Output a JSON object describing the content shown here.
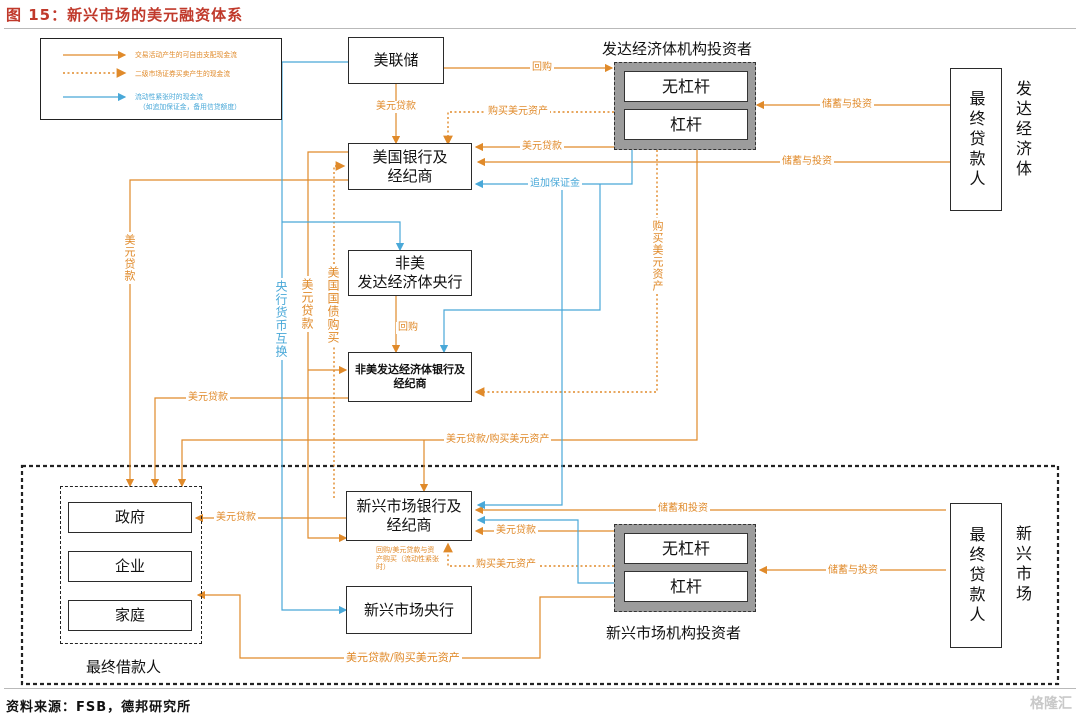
{
  "header": {
    "title": "图 15：新兴市场的美元融资体系"
  },
  "footer": {
    "source": "资料来源：FSB，德邦研究所",
    "watermark": "格隆汇"
  },
  "legend": {
    "items": [
      {
        "text": "交易活动产生的可自由支配现金流",
        "style": "solid",
        "color": "#e08a2a"
      },
      {
        "text": "二级市场证券买卖产生的现金流",
        "style": "dotted",
        "color": "#e08a2a"
      },
      {
        "text": "流动性紧张时的现金流",
        "sub": "（如追加保证金，备用信贷额度）",
        "style": "solid",
        "color": "#49a8d8"
      }
    ]
  },
  "nodes": {
    "fed": "美联储",
    "us_bank": "美国银行及\n经纪商",
    "non_us_cb": "非美\n发达经济体央行",
    "non_us_bank": "非美发达经济体银行及\n经纪商",
    "em_bank": "新兴市场银行及\n经纪商",
    "em_cb": "新兴市场央行",
    "gov": "政府",
    "enterprise": "企业",
    "household": "家庭",
    "dev_unlevered": "无杠杆",
    "dev_levered": "杠杆",
    "em_unlevered": "无杠杆",
    "em_levered": "杠杆",
    "dev_final_lender": "最终贷款人",
    "em_final_lender": "最终贷款人"
  },
  "group_labels": {
    "dev_investors": "发达经济体机构投资者",
    "em_investors": "新兴市场机构投资者",
    "final_borrowers": "最终借款人",
    "dev_economy": "发达经济体",
    "em_market": "新兴市场"
  },
  "flow_labels": {
    "repo_top": "回购",
    "usd_loan_fed": "美元贷款",
    "buy_usd_assets_top": "购买美元资产",
    "usd_loan_us_bank": "美元贷款",
    "savings_invest_1": "储蓄与投资",
    "savings_invest_2": "储蓄与投资",
    "margin_call": "追加保证金",
    "usd_loan_left": "美元贷款",
    "buy_usd_assets_right": "购买美元资产",
    "cb_swap": "央行货币互换",
    "usd_loan_mid": "美元贷款",
    "us_treasury_buy": "美国国债购买",
    "repo_mid": "回购",
    "usd_loan_nonus": "美元贷款",
    "usd_loan_buy_mid": "美元贷款/购买美元资产",
    "savings_invest_em_bank": "储蓄和投资",
    "usd_loan_em_bank": "美元贷款",
    "usd_loan_em_inv": "美元贷款",
    "buy_usd_assets_em": "购买美元资产",
    "savings_invest_em": "储蓄与投资",
    "em_bank_cb_flow": "回购/美元贷款与资产购买（流动性紧张时）",
    "usd_loan_buy_bottom": "美元贷款/购买美元资产"
  }
}
